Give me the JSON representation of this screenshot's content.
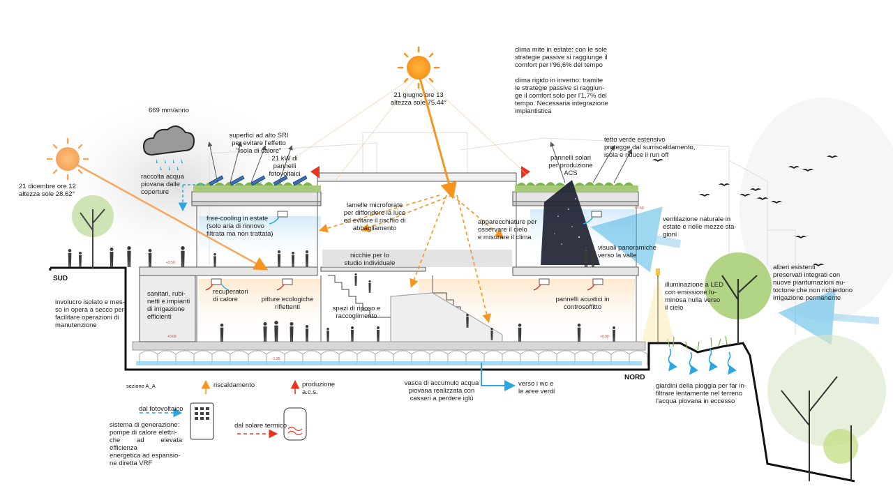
{
  "colors": {
    "sun": "#f7941d",
    "sun_ray": "#f7941d",
    "structure": "#111111",
    "floor_fill": "#e9e9ea",
    "water": "#3ab4e6",
    "heat_arrow": "#e8321e",
    "cool_arrow": "#2aa7e0",
    "vegetation": "#6fb43f",
    "sky_panel": "#1f2333"
  },
  "icons": [
    "sun-icon",
    "rain-cloud-icon",
    "photovoltaic-panel-icon",
    "heat-pump-icon",
    "boiler-tank-icon",
    "bird-icon",
    "tree-icon",
    "person-silhouette-icon",
    "led-street-lamp-icon"
  ],
  "sections": {
    "south": "SUD",
    "north": "NORD",
    "section_name": "sezione A_A"
  },
  "sun_summer": {
    "text": "21 giugno ore 13\naltezza sole 75.44°"
  },
  "sun_winter": {
    "text": "21 dicembre ore 12\naltezza sole 28.62°"
  },
  "rain": {
    "amount": "669 mm/anno",
    "collection": "raccolta acqua\npiovana dalle\ncoperture"
  },
  "climate": {
    "mild": "clima mite in estate: con le sole\nstrategie passive si raggiunge il\ncomfort per l'96,6% del tempo",
    "harsh": "clima rigido in inverno: tramite\nle strategie passive si raggiun-\nge il comfort solo per l'1,7% del\ntempo. Necessaria integrazione\nimpiantistica"
  },
  "labels": {
    "sri": "superfici ad alto SRI\nper evitare l'effetto\n\"isola di calore\"",
    "pv_kw": "21 kW di\npannelli\nfotovoltaici",
    "solar_panels": "pannelli solari\nper produzione\nACS",
    "green_roof": "tetto verde estensivo\nprotegge dal surriscaldamento,\nisola e riduce il run off",
    "free_cooling": "free-cooling in estate\n(solo aria di rinnovo\nfiltrata ma non trattata)",
    "lamelle": "lamelle microforate\nper diffondere la luce\ned evitare il rischio di\nabbagliamento",
    "instruments": "apparecchiature per\nosservare il cielo\ne misurare il clima",
    "ventilation": "ventilazione naturale in\nestate e nelle mezze sta-\ngioni",
    "views": "visuali panoramiche\nverso la valle",
    "niches": "nicchie per lo\nstudio individuale",
    "sanitari": "sanitari, rubi-\nnetti e impianti\ndi irrigazione\nefficienti",
    "recuperatori": "recuperatori\ndi calore",
    "pitture": "pitture ecologiche\nriflettenti",
    "spazi": "spazi di riposo e\nraccoglimento",
    "pannelli_acustici": "pannelli acustici in\ncontrosoffitto",
    "involucro": "involucro isolato e mes-\nso in opera a secco per\nfacilitare operazioni di\nmanutenzione",
    "led": "illuminazione a LED\ncon emissione lu-\nminosa nulla verso\nil cielo",
    "alberi": "alberi esistenti\npreservati integrati con\nnuove piantumazioni au-\ntoctone che non richiedono\nirrigazione permanente",
    "giardini": "giardini della pioggia per far in-\nfiltrare lentamente nel terreno\nl'acqua piovana in eccesso",
    "vasca": "vasca di accumulo acqua\npiovana realizzata con\ncasseri a perdere iglù",
    "wc": "verso i wc e\nle aree verdi"
  },
  "legend": {
    "riscaldamento": "riscaldamento",
    "acs": "produzione\na.c.s.",
    "from_pv": "dal fotovoltaico",
    "from_solar": "dal solare termico",
    "system": "sistema di generazione:\npompe di calore elettri-\nche ad elevata efficienza\nenergetica ad espansio-\nne diretta VRF"
  },
  "levels": [
    "+7.50",
    "+3.50",
    "+0.00",
    "-1.35"
  ]
}
